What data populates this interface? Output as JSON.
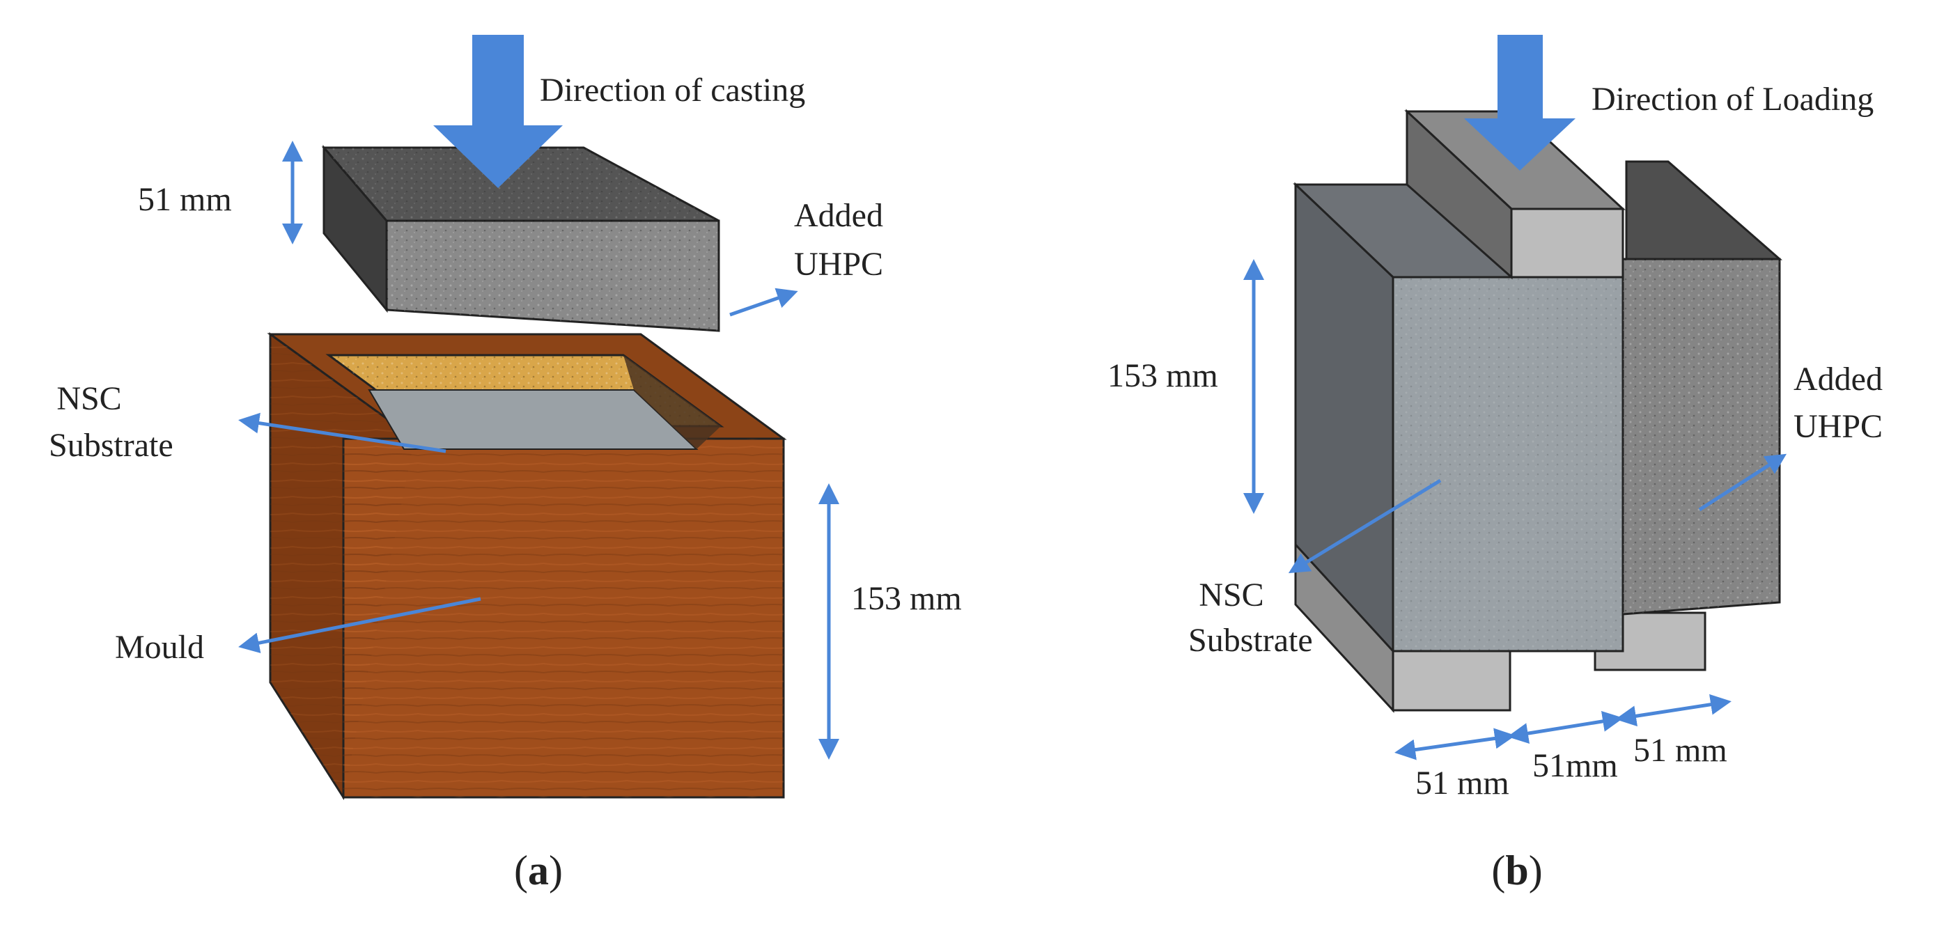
{
  "colors": {
    "arrow": "#4a86d8",
    "mould_front": "#a04e1c",
    "mould_side": "#7e3a12",
    "mould_top": "#8c4417",
    "uhpc_top": "#555555",
    "uhpc_front": "#8a8a8a",
    "uhpc_side": "#3d3d3d",
    "nsc": "#9aa1a6",
    "cavity": "#d9a64a",
    "steel": "#bcbcbc"
  },
  "panel_a": {
    "labels": {
      "direction": "Direction of casting",
      "height_top": "51 mm",
      "added_line1": "Added",
      "added_line2": "UHPC",
      "nsc_line1": "NSC",
      "nsc_line2": "Substrate",
      "mould": "Mould",
      "height_bottom": "153 mm"
    },
    "caption": {
      "open": "(",
      "letter": "a",
      "close": ")"
    }
  },
  "panel_b": {
    "labels": {
      "direction": "Direction of Loading",
      "height": "153 mm",
      "added_line1": "Added",
      "added_line2": "UHPC",
      "nsc_line1": "NSC",
      "nsc_line2": "Substrate",
      "width1": "51 mm",
      "width2": "51mm",
      "width3": "51 mm"
    },
    "caption": {
      "open": "(",
      "letter": "b",
      "close": ")"
    }
  }
}
